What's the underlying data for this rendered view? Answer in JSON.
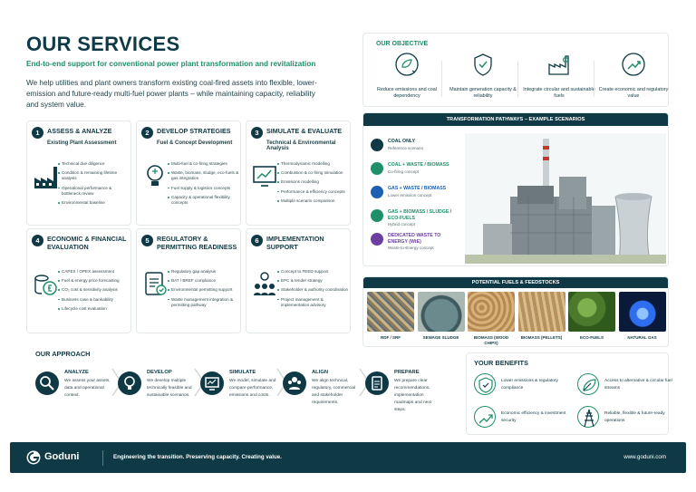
{
  "header": {
    "title": "OUR SERVICES",
    "subtitle": "End-to-end support for conventional power plant transformation and revitalization",
    "intro": "We help utilities and plant owners transform existing coal-fired assets into flexible, lower-emission and future-ready multi-fuel power plants – while maintaining capacity, reliability and system value."
  },
  "services": [
    {
      "num": "1",
      "title": "ASSESS & ANALYZE",
      "subtitle": "Existing Plant Assessment",
      "icon": "factory-icon",
      "items": [
        "Technical due diligence",
        "Condition & remaining lifetime analysis",
        "Operational performance & bottleneck review",
        "Environmental baseline"
      ]
    },
    {
      "num": "2",
      "title": "DEVELOP STRATEGIES",
      "subtitle": "Fuel & Concept Development",
      "icon": "lightbulb-icon",
      "items": [
        "Multi-fuel & co-firing strategies",
        "Waste, biomass, sludge, eco-fuels & gas integration",
        "Fuel supply & logistics concepts",
        "Capacity & operational flexibility concepts"
      ]
    },
    {
      "num": "3",
      "title": "SIMULATE & EVALUATE",
      "subtitle": "Technical & Environmental Analysis",
      "icon": "chart-monitor-icon",
      "items": [
        "Thermodynamic modelling",
        "Combustion & co-firing simulation",
        "Emissions modelling",
        "Performance & efficiency concepts",
        "Multiple scenario comparison"
      ]
    },
    {
      "num": "4",
      "title": "ECONOMIC & FINANCIAL EVALUATION",
      "subtitle": "",
      "icon": "coins-icon",
      "items": [
        "CAPEX / OPEX assessment",
        "Fuel & energy price forecasting",
        "CO₂ cost & sensitivity analysis",
        "Business case & bankability",
        "Lifecycle cost evaluation"
      ]
    },
    {
      "num": "5",
      "title": "REGULATORY & PERMITTING READINESS",
      "subtitle": "",
      "icon": "checklist-icon",
      "items": [
        "Regulatory gap analysis",
        "BAT / BREF compliance",
        "Environmental permitting support",
        "Waste management integration & permitting pathway"
      ]
    },
    {
      "num": "6",
      "title": "IMPLEMENTATION SUPPORT",
      "subtitle": "",
      "icon": "team-gear-icon",
      "items": [
        "Concept to FEED support",
        "EPC & tender strategy",
        "Stakeholder & authority coordination",
        "Project management & implementation advisory"
      ]
    }
  ],
  "objective": {
    "label": "OUR OBJECTIVE",
    "items": [
      {
        "text": "Reduce emissions and coal dependency",
        "icon": "co2-reduce-icon"
      },
      {
        "text": "Maintain generation capacity & reliability",
        "icon": "shield-check-icon"
      },
      {
        "text": "Integrate circular and sustainable fuels",
        "icon": "factory-icon"
      },
      {
        "text": "Create economic and regulatory value",
        "icon": "growth-icon"
      }
    ]
  },
  "pathways": {
    "label": "TRANSFORMATION PATHWAYS – EXAMPLE SCENARIOS",
    "items": [
      {
        "name": "COAL ONLY",
        "desc": "Reference scenario",
        "color": "#0f3a45"
      },
      {
        "name": "COAL + WASTE / BIOMASS",
        "desc": "Co-firing concept",
        "color": "#1f8f6a"
      },
      {
        "name": "GAS + WASTE / BIOMASS",
        "desc": "Lower emission concept",
        "color": "#1d5fb0"
      },
      {
        "name": "GAS + BIOMASS / SLUDGE / ECO-FUELS",
        "desc": "Hybrid concept",
        "color": "#1f8f6a"
      },
      {
        "name": "DEDICATED WASTE TO ENERGY (WtE)",
        "desc": "Waste-to-Energy concept",
        "color": "#6b3fa0"
      }
    ]
  },
  "fuels": {
    "label": "POTENTIAL FUELS & FEEDSTOCKS",
    "items": [
      "RDF / SRF",
      "SEWAGE SLUDGE",
      "BIOMASS (WOOD CHIPS)",
      "BIOMASS (PELLETS)",
      "ECO-FUELS",
      "NATURAL GAS"
    ]
  },
  "approach": {
    "label": "OUR APPROACH",
    "steps": [
      {
        "title": "ANALYZE",
        "text": "We assess your assets, data and operational context.",
        "icon": "search-icon"
      },
      {
        "title": "DEVELOP",
        "text": "We develop multiple technically feasible and sustainable scenarios.",
        "icon": "lightbulb-icon"
      },
      {
        "title": "SIMULATE",
        "text": "We model, simulate and compare performance, emissions and costs.",
        "icon": "monitor-chart-icon"
      },
      {
        "title": "ALIGN",
        "text": "We align technical, regulatory, commercial and stakeholder requirements.",
        "icon": "people-icon"
      },
      {
        "title": "PREPARE",
        "text": "We prepare clear recommendations, implementation roadmaps and next steps.",
        "icon": "clipboard-icon"
      }
    ]
  },
  "benefits": {
    "label": "YOUR BENEFITS",
    "items": [
      {
        "text": "Lower emissions & regulatory compliance",
        "icon": "shield-leaf-icon"
      },
      {
        "text": "Access to alternative & circular fuel streams",
        "icon": "leaf-icon"
      },
      {
        "text": "Economic efficiency & investment security",
        "icon": "growth-icon"
      },
      {
        "text": "Reliable, flexible & future-ready operations",
        "icon": "pylon-icon"
      }
    ]
  },
  "footer": {
    "brand": "Goduni",
    "tagline": "Engineering the transition. Preserving capacity. Creating value.",
    "url": "www.goduni.com"
  }
}
